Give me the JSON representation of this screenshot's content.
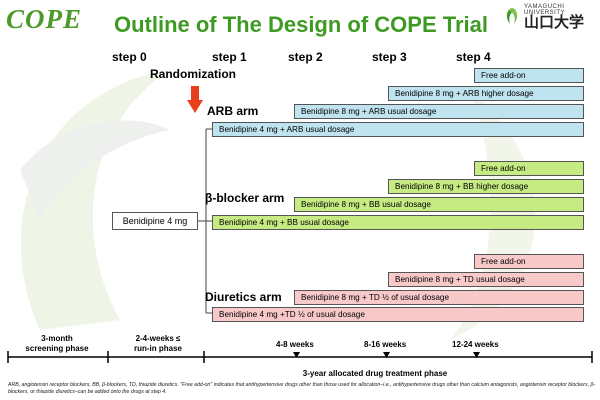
{
  "header": {
    "logo_text": "COPE",
    "title": "Outline of The Design of COPE Trial",
    "univ_en": "YAMAGUCHI UNIVERSITY",
    "univ_jp": "山口大学"
  },
  "steps": [
    "step 0",
    "step 1",
    "step 2",
    "step 3",
    "step 4"
  ],
  "randomization": "Randomization",
  "start_box": "Benidipine 4 mg",
  "arms": {
    "arb": {
      "label": "ARB arm",
      "bars": [
        "Free add-on",
        "Benidipine 8 mg + ARB higher dosage",
        "Benidipine 8 mg + ARB usual dosage",
        "Benidipine 4 mg + ARB usual dosage"
      ]
    },
    "bb": {
      "label": "β-blocker arm",
      "bars": [
        "Free add-on",
        "Benidipine 8 mg + BB higher dosage",
        "Benidipine 8 mg + BB usual dosage",
        "Benidipine 4 mg + BB usual dosage"
      ]
    },
    "diuretics": {
      "label": "Diuretics arm",
      "bars": [
        "Free add-on",
        "Benidipine 8 mg + TD usual dosage",
        "Benidipine 8 mg + TD ½ of usual dosage",
        "Benidipine 4 mg +TD ½ of usual dosage"
      ]
    }
  },
  "timeline": {
    "screening": [
      "3-month",
      "screening phase"
    ],
    "runin": [
      "2-4-weeks ≤",
      "run-in phase"
    ],
    "weeks": [
      "4-8 weeks",
      "8-16 weeks",
      "12-24 weeks"
    ],
    "treatment": "3-year allocated drug treatment phase"
  },
  "footnote": "ARB, angiotensin receptor blockers, BB, β-blockers, TD, thiazide diuretics. \"Free add-on\" indicates that antihypertensive drugs other than those used for allocation–i.e., antihypertensive drugs other than calcium antagonists, angiotensin receptor blockers, β-blockers, or thiazide diuretics–can be added onto the drugs at step 4.",
  "colors": {
    "title_green": "#3f9a23",
    "arb_bar": "#bfe3ef",
    "bb_bar": "#c5eb82",
    "diuretics_bar": "#f8c9c9",
    "arrow_red": "#e8401c"
  }
}
